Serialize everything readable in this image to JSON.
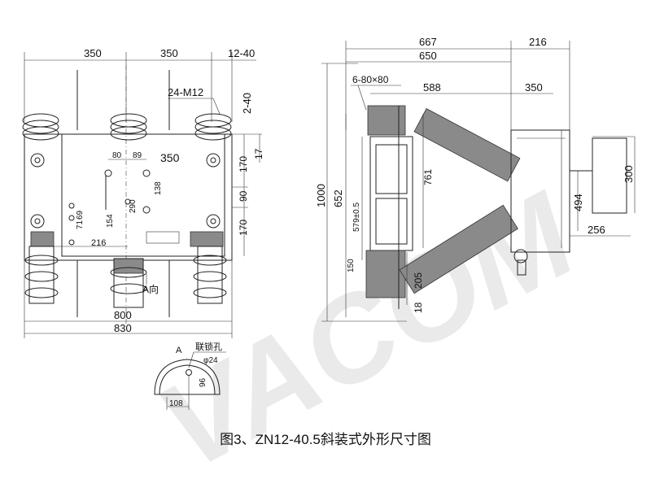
{
  "watermark": "VACOM",
  "caption": "图3、ZN12-40.5斜装式外形尺寸图",
  "front_view": {
    "dims_top": [
      "350",
      "350",
      "12-40"
    ],
    "bolt_label": "24-M12",
    "dim_2_40": "2-40",
    "dim_350_inner": "350",
    "dims_right": [
      "170",
      "17",
      "90",
      "170"
    ],
    "dims_inner": [
      "80",
      "89",
      "138",
      "290",
      "154",
      "69",
      "71",
      "216"
    ],
    "view_arrow_label": "A向",
    "dims_bottom": [
      "800",
      "830"
    ]
  },
  "detail_a": {
    "title": "A",
    "hole_label": "联锁孔",
    "diameter": "φ24",
    "dim_vertical": "96",
    "dim_horizontal": "108"
  },
  "side_view": {
    "dims_top": [
      "667",
      "216",
      "650",
      "588",
      "350"
    ],
    "slot_label": "6-80×80",
    "dims_left": [
      "1000",
      "652",
      "579±0.5",
      "150"
    ],
    "dims_center": [
      "761",
      "205",
      "18"
    ],
    "dims_right": [
      "300",
      "494",
      "256"
    ]
  }
}
